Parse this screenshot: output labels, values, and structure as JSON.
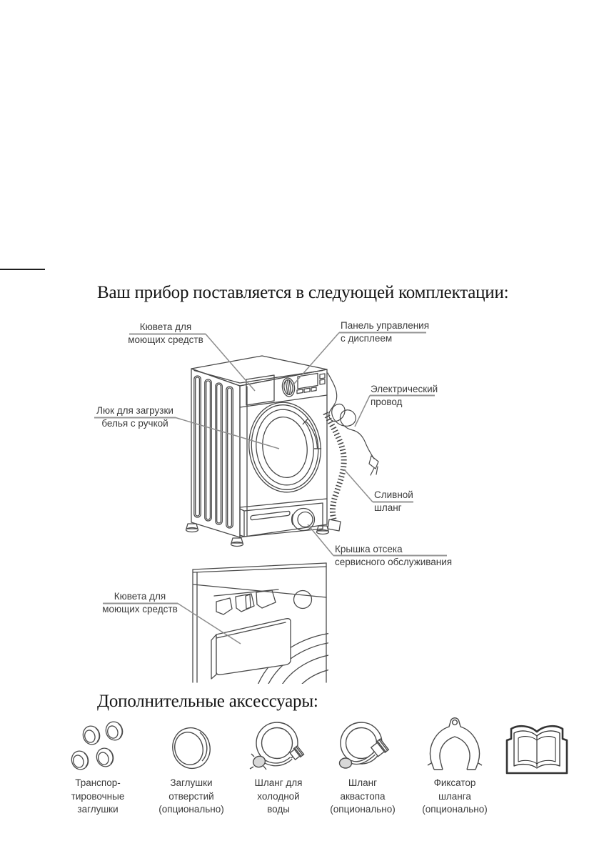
{
  "page": {
    "title_main": "Ваш прибор поставляется в следующей комплектации:",
    "title_accessories": "Дополнительные аксессуары:"
  },
  "diagram": {
    "labels": {
      "detergent_drawer": "Кювета для\nмоющих средств",
      "control_panel": "Панель управления\nс дисплеем",
      "power_cord": "Электрический\nпровод",
      "door": "Люк для загрузки\nбелья с ручкой",
      "drain_hose": "Сливной\nшланг",
      "service_cover": "Крышка отсека\nсервисного обслуживания"
    }
  },
  "detail_view": {
    "label": "Кювета для\nмоющих средств"
  },
  "accessories": [
    {
      "name": "transport-plugs",
      "label": "Транспор-\nтировочные\nзаглушки"
    },
    {
      "name": "hole-plugs",
      "label": "Заглушки\nотверстий\n(опционально)"
    },
    {
      "name": "cold-water-hose",
      "label": "Шланг для\nхолодной\nводы"
    },
    {
      "name": "aquastop-hose",
      "label": "Шланг\nаквастопа\n(опционально)"
    },
    {
      "name": "hose-clip",
      "label": "Фиксатор\nшланга\n(опционально)"
    },
    {
      "name": "manual-book",
      "label": ""
    }
  ],
  "colors": {
    "ink": "#4a4a4a",
    "label_text": "#3a3a3a",
    "leader_gray": "#949494",
    "gray_fill": "#d8d8d8"
  }
}
